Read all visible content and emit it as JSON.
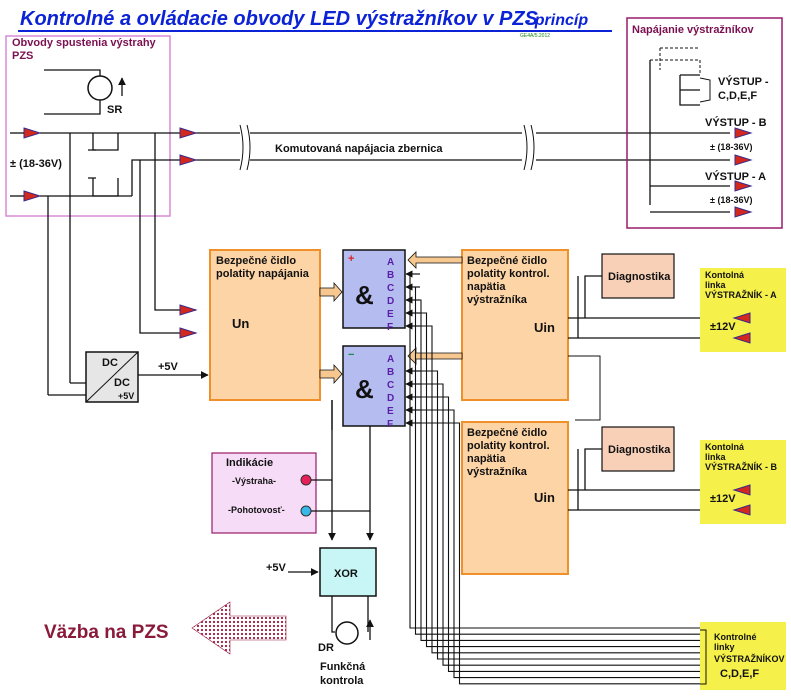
{
  "title": "Kontrolné a ovládacie obvody LED výstražníkov v PZS",
  "title_suffix": "- princíp",
  "stamp": "GE4A/5.2012",
  "trigger": {
    "title_line1": "Obvody spustenia výstrahy",
    "title_line2": "PZS",
    "relay": "SR",
    "voltage": "± (18-36V)"
  },
  "supply": {
    "title": "Napájanie výstražníkov",
    "out_cdef_1": "VÝSTUP -",
    "out_cdef_2": "C,D,E,F",
    "out_b": "VÝSTUP - B",
    "out_a": "VÝSTUP - A",
    "voltage": "± (18-36V)"
  },
  "bus": {
    "label": "Komutovaná napájacia zbernica"
  },
  "polarity_supply": {
    "line1": "Bezpečné čidlo",
    "line2": "polatity napájania",
    "sym": "Un"
  },
  "and_gates": {
    "symbol": "&",
    "plus": "+",
    "minus": "−",
    "pins": [
      "A",
      "B",
      "C",
      "D",
      "E",
      "F"
    ]
  },
  "sensor_a": {
    "line1": "Bezpečné čidlo",
    "line2": "polatity kontrol.",
    "line3": "napätia",
    "line4": "výstražníka",
    "sym": "Uin"
  },
  "sensor_b": {
    "line1": "Bezpečné čidlo",
    "line2": "polatity kontrol.",
    "line3": "napätia",
    "line4": "výstražníka",
    "sym": "Uin"
  },
  "diag": {
    "label": "Diagnostika"
  },
  "ctrl_a": {
    "line1": "Kontolná",
    "line2": "linka",
    "line3": "VÝSTRAŽNÍK - A",
    "voltage": "±12V"
  },
  "ctrl_b": {
    "line1": "Kontolná",
    "line2": "linka",
    "line3": "VÝSTRAŽNÍK - B",
    "voltage": "±12V"
  },
  "ctrl_cdef": {
    "line1": "Kontrolné",
    "line2": "linky",
    "line3": "VÝSTRAŽNÍKOV",
    "line4": "C,D,E,F"
  },
  "dcdc": {
    "top": "DC",
    "bottom": "DC",
    "out": "+5V",
    "out_label": "+5V"
  },
  "indication": {
    "title": "Indikácie",
    "warning": "-Výstraha-",
    "standby": "-Pohotovosť-",
    "warning_color": "#e8205a",
    "standby_color": "#38b8e8"
  },
  "xor": {
    "label": "XOR",
    "supply": "+5V",
    "relay": "DR",
    "caption_1": "Funkčná",
    "caption_2": "kontrola"
  },
  "feedback": {
    "label": "Väzba na PZS"
  },
  "colors": {
    "orange_fill": "#fdd4a6",
    "orange_border": "#f0902a",
    "and_fill": "#b4bcf0",
    "diag_fill": "#f8d0b8",
    "yellow": "#f5f04a",
    "lilac": "#f6dcf6"
  }
}
